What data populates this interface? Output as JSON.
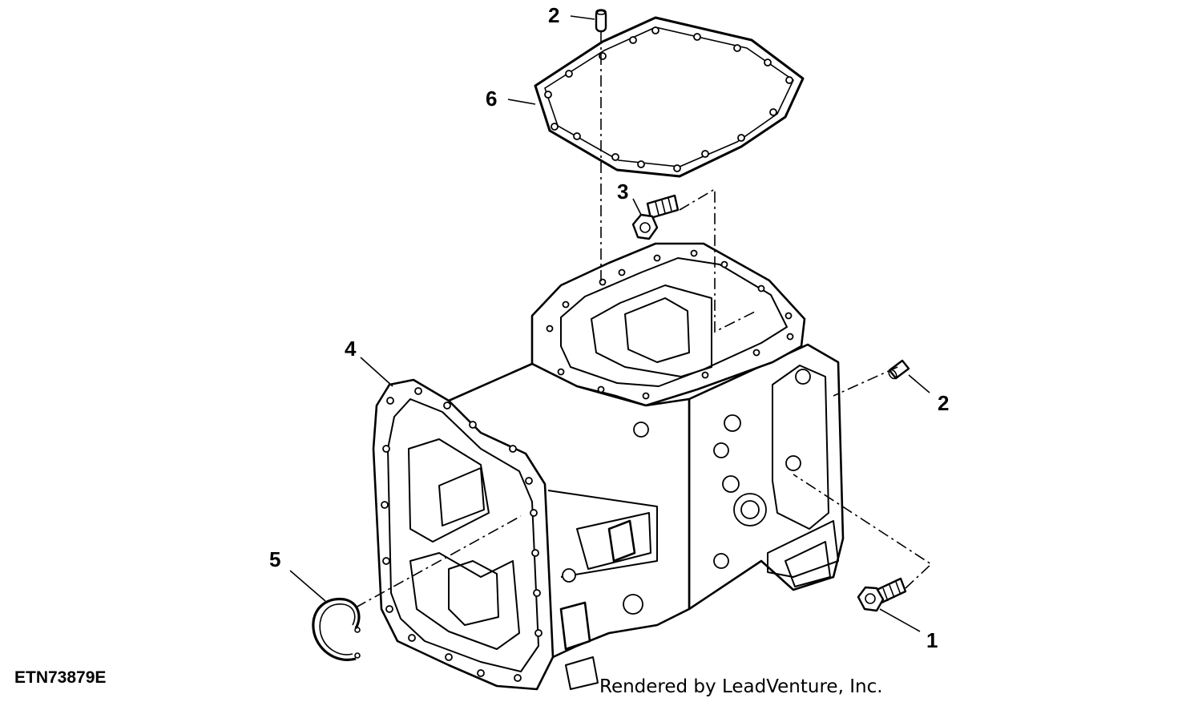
{
  "figure": {
    "id": "ETN73879E",
    "credit": "Rendered by LeadVenture, Inc."
  },
  "callouts": [
    {
      "label": "1",
      "part": "cap-screw-lower"
    },
    {
      "label": "2",
      "part": "dowel-pin-top"
    },
    {
      "label": "2",
      "part": "dowel-pin-right"
    },
    {
      "label": "3",
      "part": "cap-screw-upper"
    },
    {
      "label": "4",
      "part": "transmission-case"
    },
    {
      "label": "5",
      "part": "snap-ring"
    },
    {
      "label": "6",
      "part": "gasket"
    }
  ]
}
